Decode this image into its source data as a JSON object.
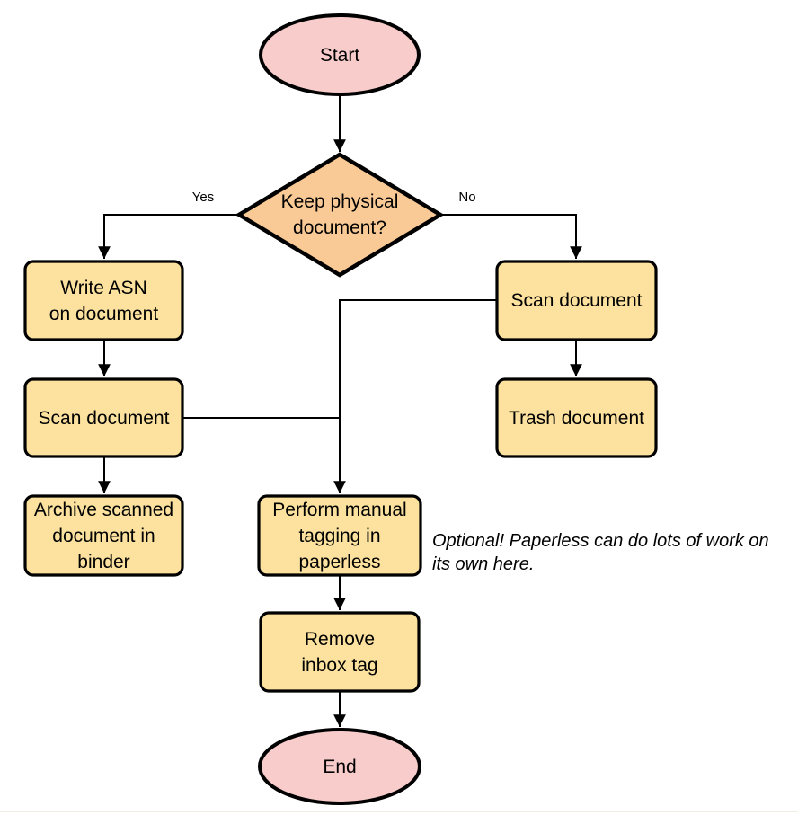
{
  "diagram": {
    "type": "flowchart",
    "colors": {
      "terminal_fill": "#F7CCCB",
      "process_fill": "#FCE29E",
      "decision_fill": "#FACA96",
      "stroke": "#000000",
      "page_edge_line": "#F2EDE1"
    },
    "nodes": {
      "start": {
        "label": "Start"
      },
      "decision": {
        "lines": [
          "Keep physical",
          "document?"
        ]
      },
      "write_asn": {
        "lines": [
          "Write ASN",
          "on document"
        ]
      },
      "scan_left": {
        "label": "Scan document"
      },
      "archive": {
        "lines": [
          "Archive scanned",
          "document in",
          "binder"
        ]
      },
      "scan_right": {
        "label": "Scan document"
      },
      "trash": {
        "label": "Trash document"
      },
      "tagging": {
        "lines": [
          "Perform manual",
          "tagging in",
          "paperless"
        ]
      },
      "remove_inbox": {
        "lines": [
          "Remove",
          "inbox tag"
        ]
      },
      "end": {
        "label": "End"
      }
    },
    "edge_labels": {
      "yes": "Yes",
      "no": "No"
    },
    "annotation": {
      "lines": [
        "Optional! Paperless can do lots of work on",
        "its own here."
      ]
    }
  }
}
